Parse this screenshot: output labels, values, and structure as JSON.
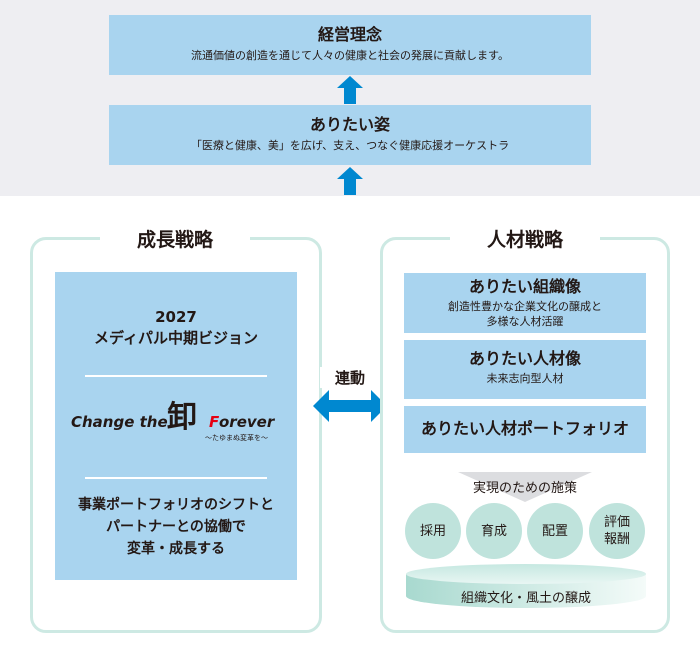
{
  "philosophy": {
    "title": "経営理念",
    "subtitle": "流通価値の創造を通じて人々の健康と社会の発展に貢献します。"
  },
  "ideal_state": {
    "title": "ありたい姿",
    "subtitle": "「医療と健康、美」を広げ、支え、つなぐ健康応援オーケストラ"
  },
  "growth_strategy": {
    "title": "成長戦略",
    "vision_year": "2027",
    "vision_name": "メディパル中期ビジョン",
    "logo": {
      "prefix": "Change the",
      "kanji": "卸",
      "f_letter": "F",
      "suffix": "orever",
      "tagline": "〜たゆまぬ変革を〜",
      "accent_color": "#e60012"
    },
    "statement_lines": [
      "事業ポートフォリオのシフトと",
      "パートナーとの協働で",
      "変革・成長する"
    ]
  },
  "link_label": "連動",
  "hr_strategy": {
    "title": "人材戦略",
    "items": [
      {
        "title": "ありたい組織像",
        "sub_lines": [
          "創造性豊かな企業文化の醸成と",
          "多様な人材活躍"
        ]
      },
      {
        "title": "ありたい人材像",
        "sub_lines": [
          "未来志向型人材"
        ]
      },
      {
        "title": "ありたい人材ポートフォリオ",
        "sub_lines": []
      }
    ],
    "measures_label": "実現のための施策",
    "measures": [
      {
        "lines": [
          "採用"
        ]
      },
      {
        "lines": [
          "育成"
        ]
      },
      {
        "lines": [
          "配置"
        ]
      },
      {
        "lines": [
          "評価",
          "報酬"
        ]
      }
    ],
    "foundation": "組織文化・風土の醸成"
  },
  "colors": {
    "box_blue": "#a9d4ef",
    "arrow_blue": "#0088d0",
    "frame_mint": "#cde9e3",
    "circle_mint": "#bfe3dc",
    "band_gray": "#eeeef2"
  }
}
